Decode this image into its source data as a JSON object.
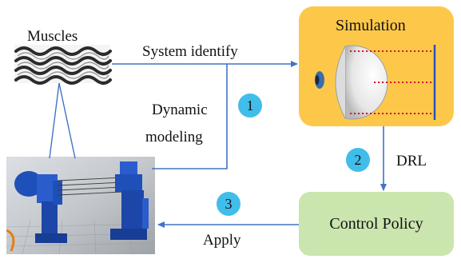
{
  "muscles": {
    "label": "Muscles"
  },
  "simulation": {
    "title": "Simulation"
  },
  "policy": {
    "label": "Control Policy"
  },
  "edges": {
    "system_identify": "System identify",
    "dynamic_modeling_line1": "Dynamic",
    "dynamic_modeling_line2": "modeling",
    "drl": "DRL",
    "apply": "Apply"
  },
  "steps": [
    "1",
    "2",
    "3"
  ],
  "colors": {
    "arrow": "#4472c4",
    "simulation_bg": "#fdc84a",
    "policy_bg": "#cbe5ae",
    "badge": "#41bdea",
    "dotted_line": "#d01e2a",
    "robot_blue": "#1f4fb8"
  }
}
